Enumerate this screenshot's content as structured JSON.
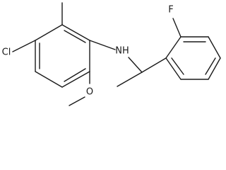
{
  "molecule": {
    "atom_labels": {
      "chlorine": "Cl",
      "amine": "NH",
      "fluorine": "F",
      "methoxy_oxygen": "O"
    }
  }
}
